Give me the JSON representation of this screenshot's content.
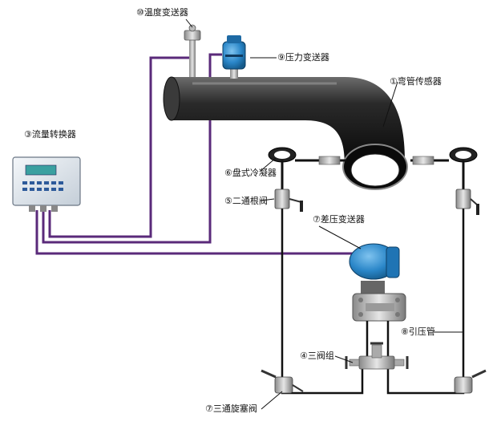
{
  "labels": {
    "temp_transmitter": "⑩温度变送器",
    "pressure_transmitter": "⑨压力变送器",
    "elbow_sensor": "①弯管传感器",
    "flow_converter": "③流量转换器",
    "condenser": "⑥盘式冷凝器",
    "root_valve": "⑤二通根阀",
    "dp_transmitter": "⑦差压变送器",
    "impulse_pipe": "⑧引压管",
    "three_valve_manifold": "④三阀组",
    "three_way_plug_valve": "⑦三通旋塞阀"
  },
  "colors": {
    "pipe": "#1a1a1a",
    "signal_wire": "#5a2a7a",
    "impulse_line": "#111111",
    "transmitter_blue": "#2a86c8",
    "converter_body": "#dfe6ee",
    "converter_screen": "#3aa0a0"
  },
  "icons": [
    "thermometer-icon",
    "pressure-gauge-icon",
    "coil-condenser-icon",
    "valve-icon",
    "lcd-display-icon"
  ]
}
